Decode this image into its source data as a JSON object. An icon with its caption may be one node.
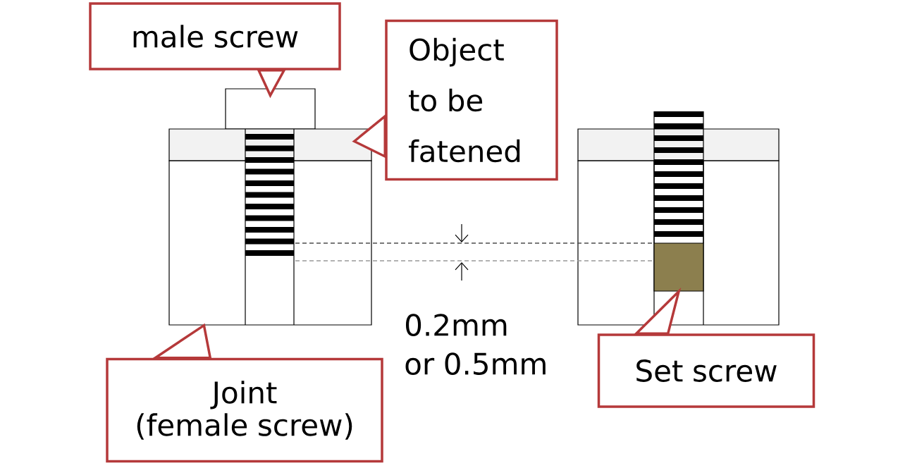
{
  "diagram": {
    "nodes": [
      {
        "text": [
          "male screw"
        ]
      },
      {
        "text": [],
        "shape": "box"
      },
      {
        "text": [
          "Object to be fatened"
        ]
      },
      {
        "text": [],
        "shape": "box"
      },
      {
        "text": [],
        "shape": "box"
      },
      {
        "text": [
          "Joint (female screw)"
        ]
      },
      {
        "text": [],
        "shape": "box"
      },
      {
        "text": [
          "Set screw"
        ]
      }
    ],
    "edges": [
      {
        "from": 0,
        "to": 1,
        "arrow": "to"
      },
      {
        "from": 2,
        "to": 3,
        "arrow": "to"
      },
      {
        "from": 5,
        "to": 4,
        "arrow": "to"
      },
      {
        "from": 7,
        "to": 6,
        "arrow": "to"
      }
    ],
    "labels": [
      "0.2mm or 0.5mm"
    ]
  }
}
